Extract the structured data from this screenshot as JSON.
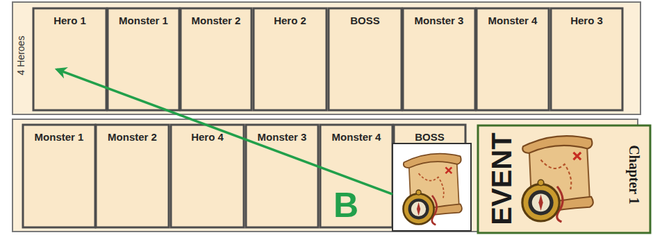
{
  "diagram": {
    "nodes": [
      {
        "text": [
          "4 Heroes"
        ]
      },
      {
        "text": [
          "Hero 1"
        ],
        "in": 0
      },
      {
        "text": [
          "Monster 1"
        ],
        "in": 0
      },
      {
        "text": [
          "Monster 2"
        ],
        "in": 0
      },
      {
        "text": [
          "Hero 2"
        ],
        "in": 0
      },
      {
        "text": [
          "BOSS"
        ],
        "in": 0
      },
      {
        "text": [
          "Monster 3"
        ],
        "in": 0
      },
      {
        "text": [
          "Monster 4"
        ],
        "in": 0
      },
      {
        "text": [
          "Hero 3"
        ],
        "in": 0
      },
      {
        "text": [
          "Monster 1"
        ]
      },
      {
        "text": [
          "Monster 2"
        ]
      },
      {
        "text": [
          "Hero 4"
        ]
      },
      {
        "text": [
          "Monster 3"
        ]
      },
      {
        "text": [
          "Monster 4"
        ]
      },
      {
        "text": [
          "BOSS"
        ]
      },
      {
        "text": [
          "EVENT",
          "Chapter 1"
        ]
      }
    ],
    "edges": [
      {
        "from": 14,
        "to": 1,
        "arrow": "to",
        "label": "B"
      }
    ]
  }
}
